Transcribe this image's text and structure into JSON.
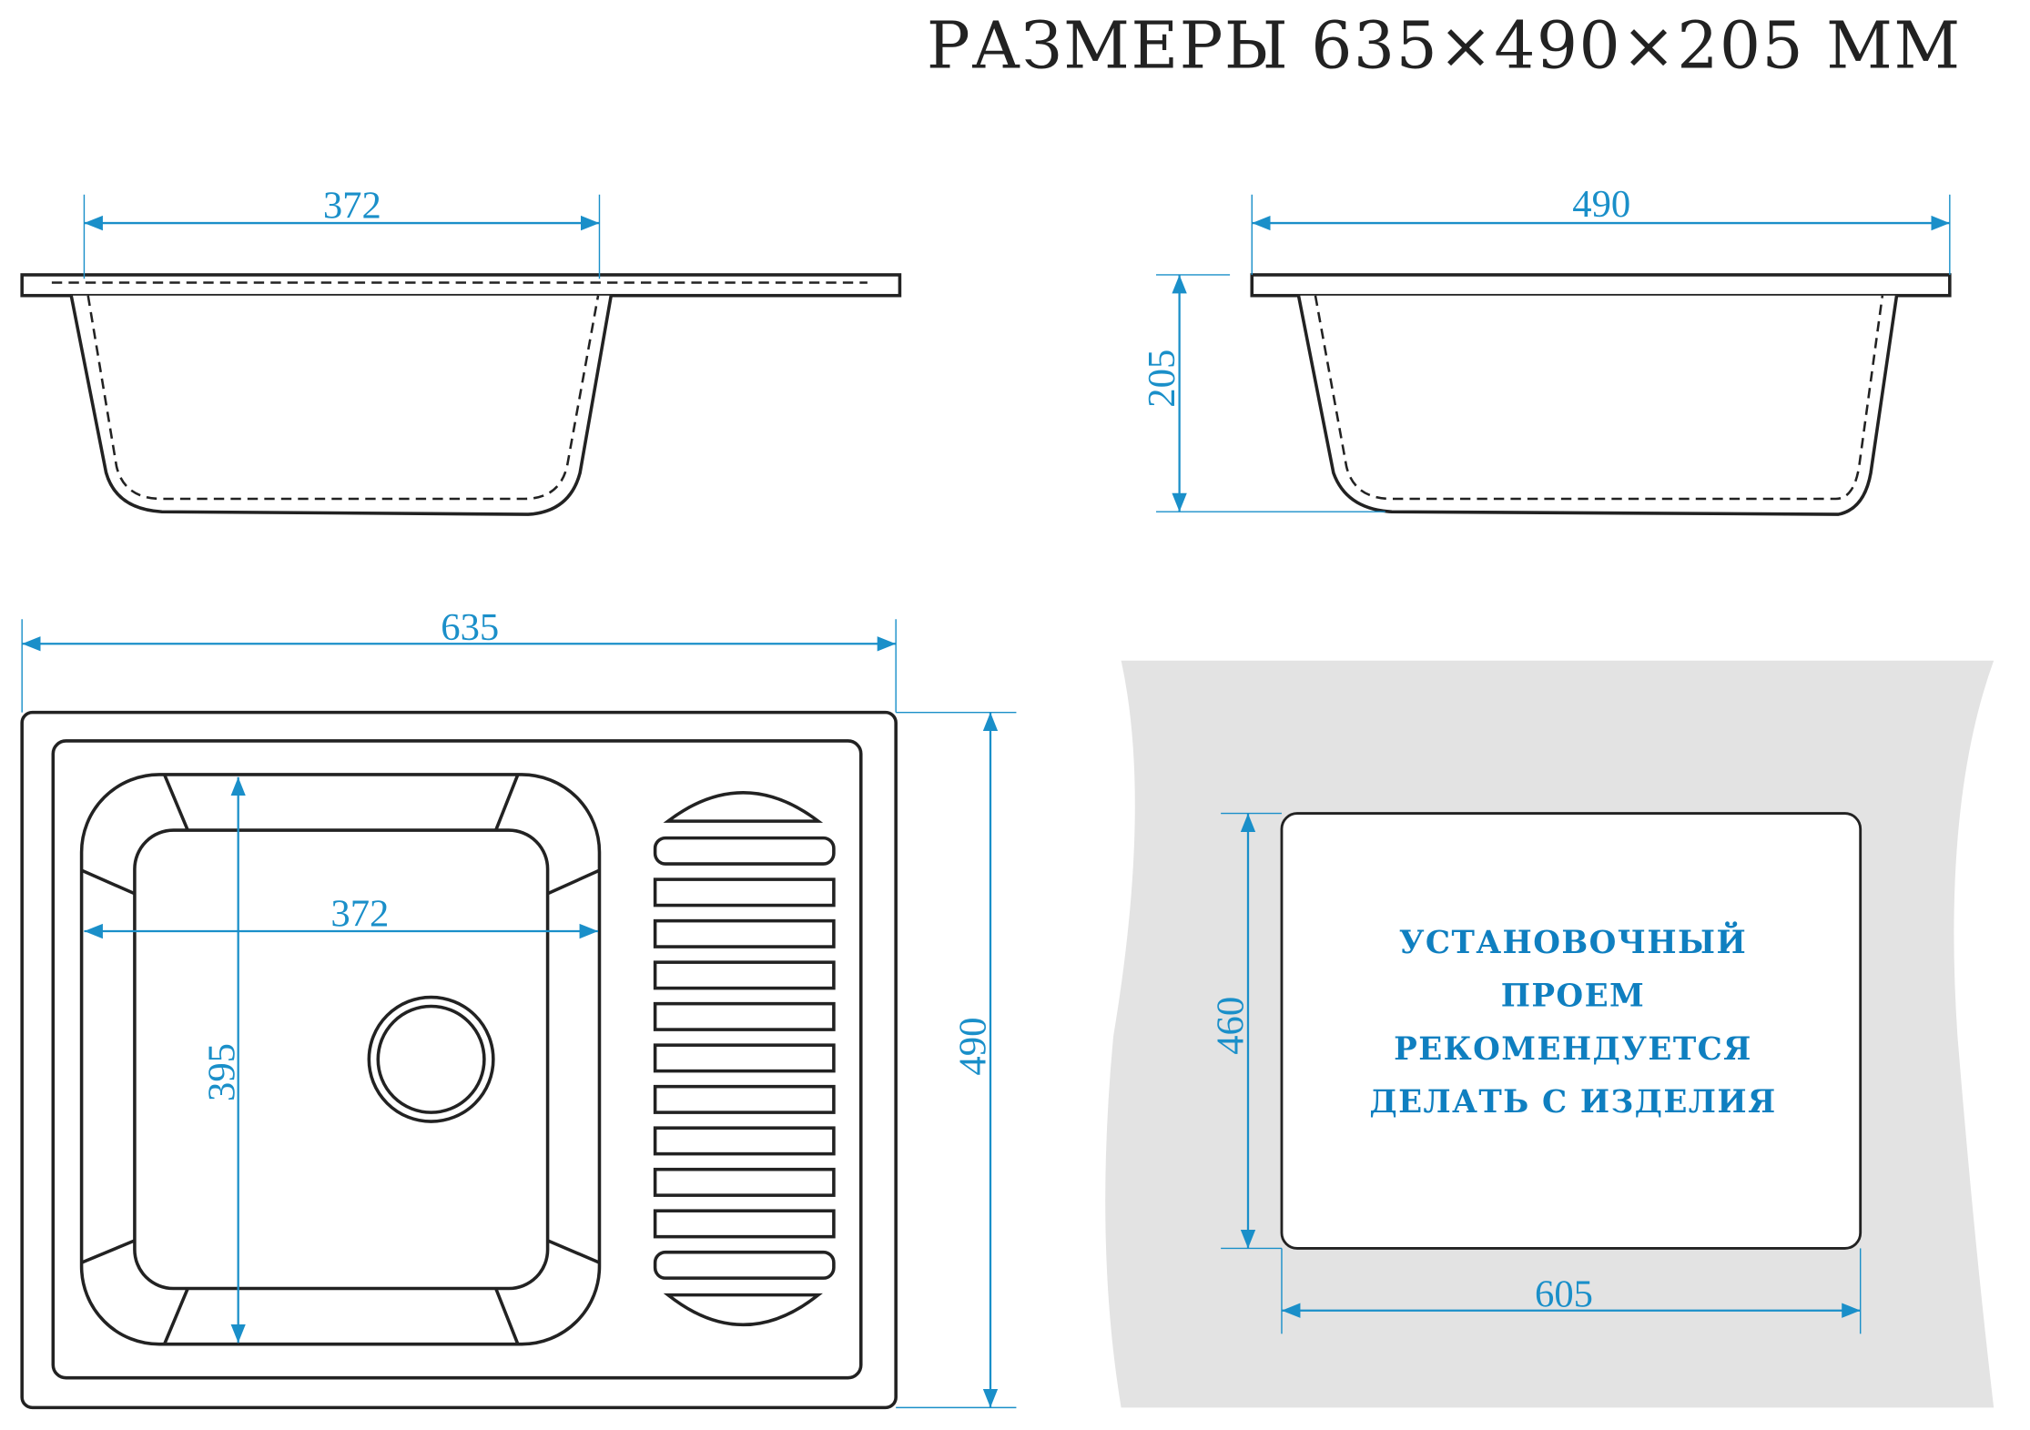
{
  "title": "РАЗМЕРЫ 635×490×205 ММ",
  "side_view_left": {
    "width_dim": "372"
  },
  "side_view_right": {
    "width_dim": "490",
    "depth_dim": "205"
  },
  "top_view": {
    "overall_width": "635",
    "overall_depth": "490",
    "bowl_width": "372",
    "bowl_depth": "395"
  },
  "cutout": {
    "height_dim": "460",
    "width_dim": "605",
    "note_lines": [
      "УСТАНОВОЧНЫЙ",
      "ПРОЕМ",
      "РЕКОМЕНДУЕТСЯ",
      "ДЕЛАТЬ С ИЗДЕЛИЯ"
    ]
  },
  "colors": {
    "dimension": "#1a8fc9",
    "note": "#0f7fc0",
    "countertop": "#e3e3e3"
  }
}
